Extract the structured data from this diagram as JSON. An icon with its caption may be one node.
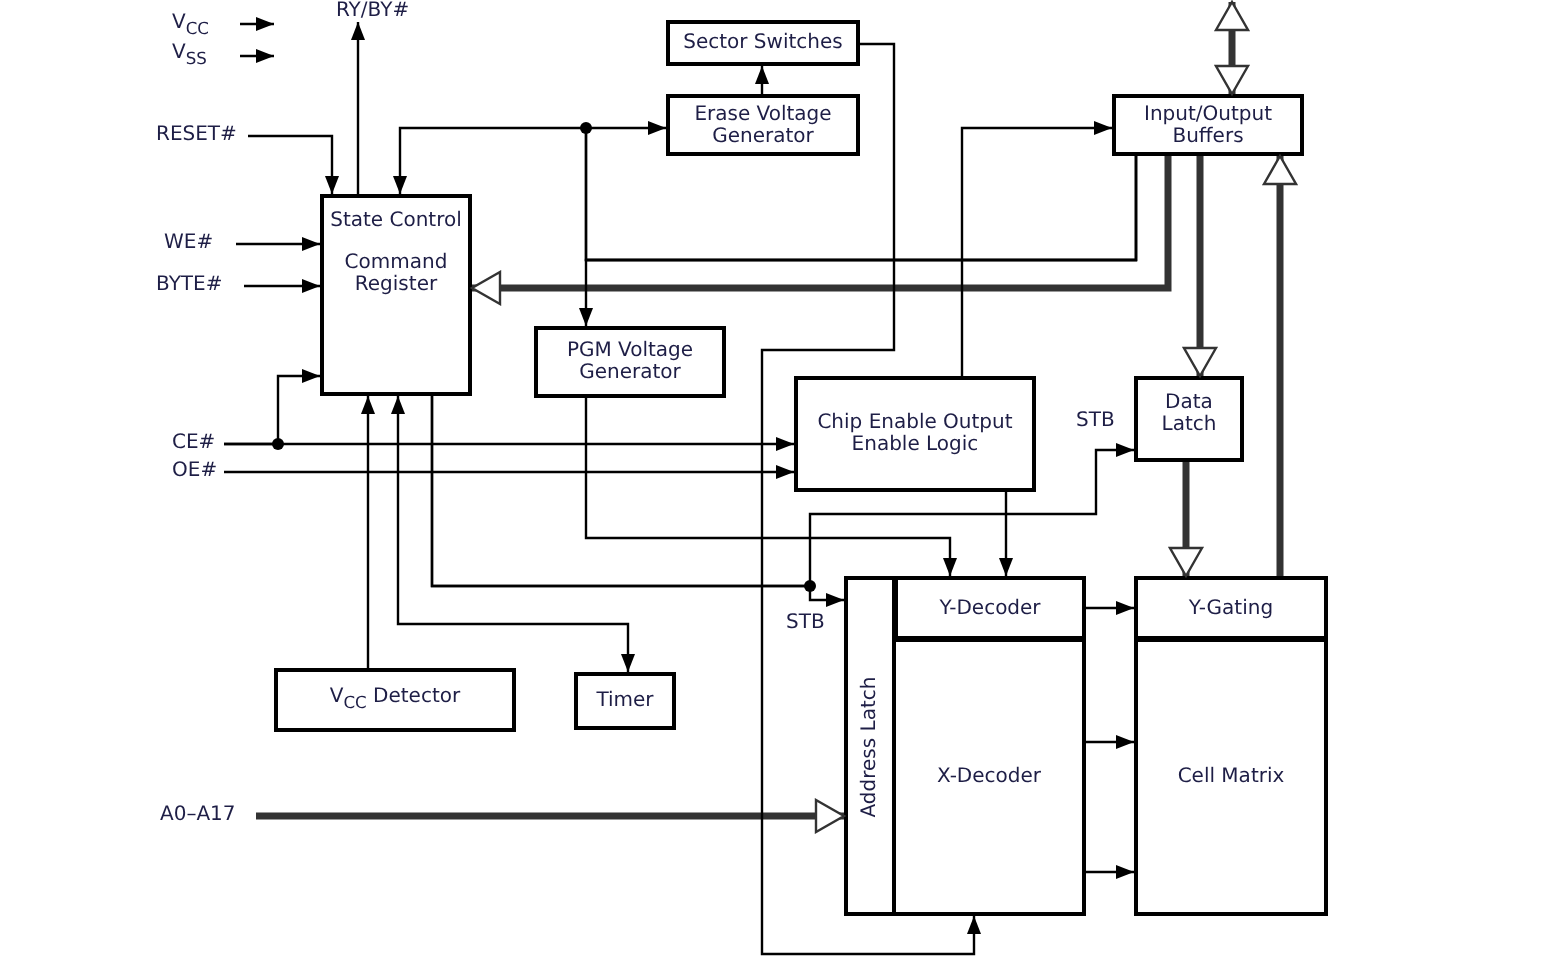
{
  "diagram": {
    "nodes": [
      {
        "text": [
          "V$_{CC}$"
        ]
      },
      {
        "text": [
          "V$_{SS}$"
        ]
      },
      {
        "text": [
          "RY/BY#"
        ]
      },
      {
        "text": [
          "RESET#"
        ]
      },
      {
        "text": [
          "WE#"
        ]
      },
      {
        "text": [
          "BYTE#"
        ]
      },
      {
        "text": [
          "CE#"
        ]
      },
      {
        "text": [
          "OE#"
        ]
      },
      {
        "text": [
          "A0–A17"
        ]
      },
      {
        "text": [
          "Sector Switches"
        ]
      },
      {
        "text": [
          "Erase Voltage Generator"
        ]
      },
      {
        "text": [
          "State Control",
          "Command Register"
        ]
      },
      {
        "text": [
          "PGM Voltage Generator"
        ]
      },
      {
        "text": [
          "Input/Output Buffers"
        ]
      },
      {
        "text": [
          "Chip Enable Output Enable Logic"
        ]
      },
      {
        "text": [
          "Data Latch"
        ]
      },
      {
        "text": [
          "Address Latch"
        ]
      },
      {
        "text": [
          "Y-Decoder"
        ]
      },
      {
        "text": [
          "X-Decoder"
        ]
      },
      {
        "text": [
          "Y-Gating"
        ]
      },
      {
        "text": [
          "Cell Matrix"
        ]
      },
      {
        "text": [
          "V$_{CC}$ Detector"
        ]
      },
      {
        "text": [
          "Timer"
        ]
      }
    ],
    "edges": [
      {
        "from": 0,
        "to": null,
        "arrow": "to"
      },
      {
        "from": 1,
        "to": null,
        "arrow": "to"
      },
      {
        "from": 11,
        "to": 2,
        "arrow": "to"
      },
      {
        "from": 3,
        "to": 11,
        "arrow": "to"
      },
      {
        "from": 4,
        "to": 11,
        "arrow": "to"
      },
      {
        "from": 5,
        "to": 11,
        "arrow": "to"
      },
      {
        "from": 6,
        "to": 11,
        "arrow": "to"
      },
      {
        "from": 6,
        "to": 14,
        "arrow": "to"
      },
      {
        "from": 7,
        "to": 14,
        "arrow": "to"
      },
      {
        "from": 8,
        "to": 16,
        "arrow": "to",
        "style": "thick"
      },
      {
        "from": 13,
        "to": 11,
        "arrow": "to",
        "style": "thick"
      },
      {
        "from": 13,
        "to": 15,
        "arrow": "to",
        "style": "thick"
      },
      {
        "from": 13,
        "to": 10,
        "arrow": "to"
      },
      {
        "from": 13,
        "to": 12,
        "arrow": "to"
      },
      {
        "from": 13,
        "to": 11,
        "arrow": "to"
      },
      {
        "from": 10,
        "to": 9,
        "arrow": "to"
      },
      {
        "from": 9,
        "to": 18,
        "arrow": "to"
      },
      {
        "from": 14,
        "to": 13,
        "arrow": "to"
      },
      {
        "from": null,
        "to": 13,
        "arrow": "both",
        "style": "thick"
      },
      {
        "from": 19,
        "to": 13,
        "arrow": "to",
        "style": "thick"
      },
      {
        "from": 15,
        "to": 19,
        "arrow": "to",
        "style": "thick"
      },
      {
        "from": 11,
        "to": 16,
        "arrow": "to",
        "label": "STB"
      },
      {
        "from": 11,
        "to": 15,
        "arrow": "to",
        "label": "STB"
      },
      {
        "from": 12,
        "to": 17,
        "arrow": "to"
      },
      {
        "from": 14,
        "to": 17,
        "arrow": "to"
      },
      {
        "from": 22,
        "to": 11,
        "arrow": "both"
      },
      {
        "from": 21,
        "to": 11,
        "arrow": "to"
      },
      {
        "from": 17,
        "to": 19,
        "arrow": "to"
      },
      {
        "from": 18,
        "to": 20,
        "arrow": "to"
      },
      {
        "from": 18,
        "to": 20,
        "arrow": "to"
      }
    ]
  }
}
